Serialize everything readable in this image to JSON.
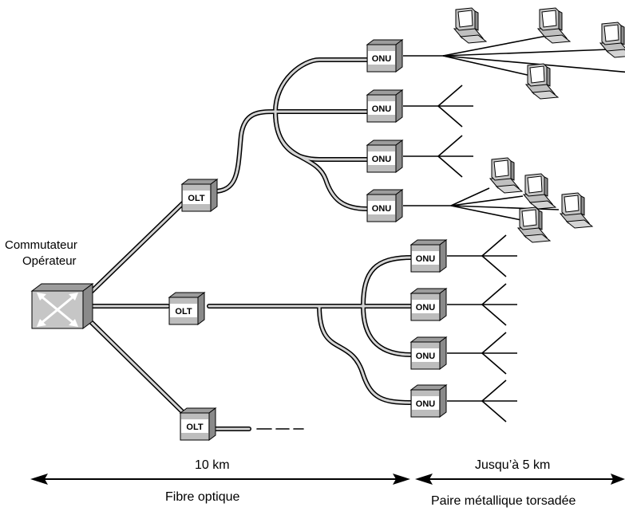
{
  "switch": {
    "label_line1": "Commutateur",
    "label_line2": "Opérateur"
  },
  "olt_label": "OLT",
  "onu_label": "ONU",
  "distances": {
    "fiber_distance": "10 km",
    "fiber_type": "Fibre optique",
    "copper_distance": "Jusqu’à 5 km",
    "copper_type": "Paire métallique torsadée"
  },
  "colors": {
    "box_front": "#bdbdbd",
    "box_top": "#9c9c9c",
    "box_side": "#8a8a8a",
    "fiber": "#d4d4d4",
    "switch_fill": "#c6c6c6"
  }
}
